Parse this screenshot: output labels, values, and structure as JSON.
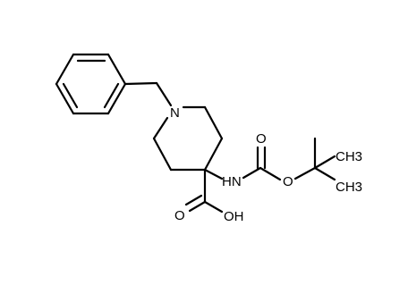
{
  "molecule": {
    "atom_labels": {
      "N_ring": "N",
      "NH": "HN",
      "O_carbonyl_boc": "O",
      "O_ester": "O",
      "CH3_upper": "CH3",
      "CH3_lower": "CH3",
      "O_carbonyl_acid": "O",
      "OH": "OH"
    },
    "colors": {
      "bond": "#000000",
      "label": "#000000",
      "background": "#ffffff"
    }
  }
}
